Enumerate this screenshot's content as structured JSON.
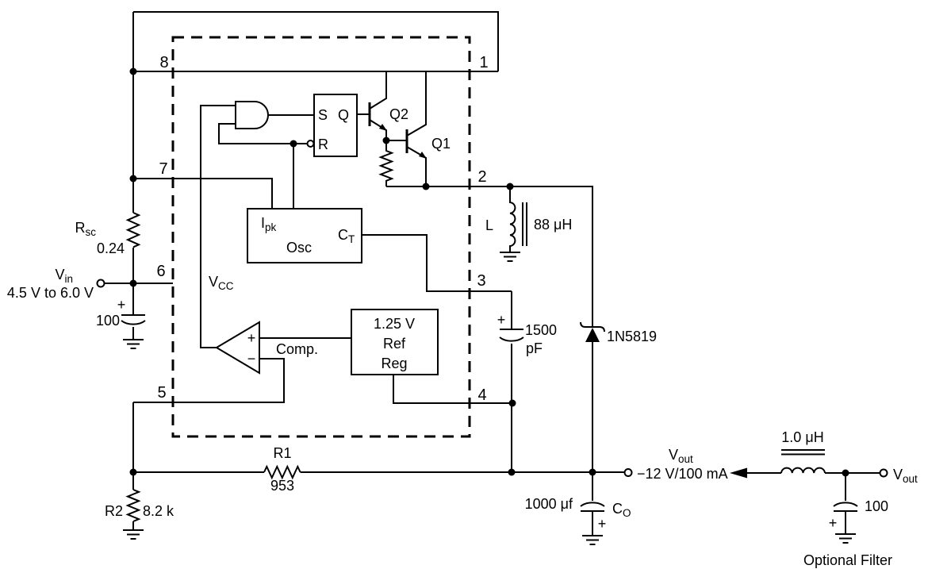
{
  "colors": {
    "ink": "#000000",
    "paper": "#ffffff"
  },
  "ic": {
    "pins": {
      "p1": "1",
      "p2": "2",
      "p3": "3",
      "p4": "4",
      "p5": "5",
      "p6": "6",
      "p7": "7",
      "p8": "8"
    },
    "vcc": {
      "base": "V",
      "sub": "CC"
    },
    "latch": {
      "s": "S",
      "q": "Q",
      "r": "R"
    },
    "transistors": {
      "q1": "Q1",
      "q2": "Q2"
    },
    "osc": {
      "ipk_base": "I",
      "ipk_sub": "pk",
      "name": "Osc",
      "ct_base": "C",
      "ct_sub": "T"
    },
    "comparator": {
      "name": "Comp.",
      "plus": "+",
      "minus": "−"
    },
    "reference": {
      "line1": "1.25 V",
      "line2": "Ref",
      "line3": "Reg"
    }
  },
  "input": {
    "vin_base": "V",
    "vin_sub": "in",
    "range": "4.5 V to 6.0 V",
    "cap_value": "100",
    "cap_polarity": "+"
  },
  "current_sense": {
    "name_base": "R",
    "name_sub": "sc",
    "value": "0.24"
  },
  "inductor": {
    "designator": "L",
    "value": "88 μH"
  },
  "timing_cap": {
    "value": "1500",
    "unit": "pF",
    "polarity": "+"
  },
  "diode": {
    "part": "1N5819"
  },
  "feedback": {
    "r1": "R1",
    "r1_value": "953",
    "r2": "R2",
    "r2_value": "8.2 k"
  },
  "output": {
    "vout_base": "V",
    "vout_sub": "out",
    "rating": "−12 V/100 mA",
    "cap_value": "1000 μf",
    "cap_name_base": "C",
    "cap_name_sub": "O",
    "cap_polarity": "+"
  },
  "filter": {
    "inductor_value": "1.0 μH",
    "cap_value": "100",
    "cap_polarity": "+",
    "vout_base": "V",
    "vout_sub": "out",
    "caption": "Optional Filter"
  }
}
